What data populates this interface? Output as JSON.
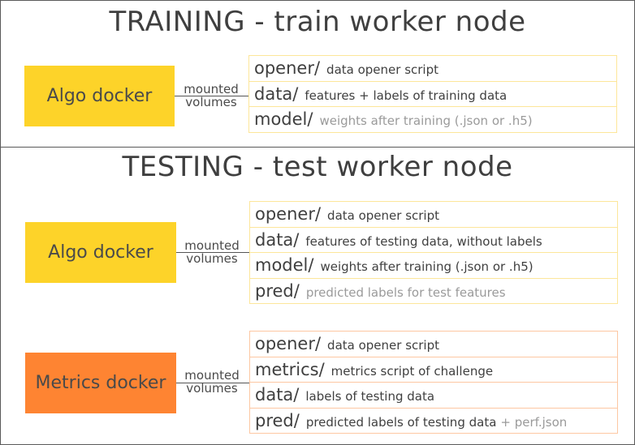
{
  "training": {
    "title": "TRAINING - train worker node",
    "docker": {
      "label": "Algo docker",
      "color": "#fdd329"
    },
    "mount_label": "mounted\nvolumes",
    "folders": [
      {
        "name": "opener/",
        "desc": "data opener script"
      },
      {
        "name": "data/",
        "desc": "features + labels of training data"
      },
      {
        "name": "model/",
        "desc": "weights after training (.json or .h5)"
      }
    ]
  },
  "testing": {
    "title": "TESTING - test worker node",
    "algo": {
      "docker": {
        "label": "Algo docker",
        "color": "#fdd329"
      },
      "mount_label": "mounted\nvolumes",
      "folders": [
        {
          "name": "opener/",
          "desc": "data opener script"
        },
        {
          "name": "data/",
          "desc": "features of testing data, without labels"
        },
        {
          "name": "model/",
          "desc": "weights after training (.json or .h5)"
        },
        {
          "name": "pred/",
          "desc": "predicted labels for test features"
        }
      ]
    },
    "metrics": {
      "docker": {
        "label": "Metrics docker",
        "color": "#fe8432"
      },
      "mount_label": "mounted\nvolumes",
      "folders": [
        {
          "name": "opener/",
          "desc": "data opener script"
        },
        {
          "name": "metrics/",
          "desc": "metrics script of challenge"
        },
        {
          "name": "data/",
          "desc": "labels of testing data"
        },
        {
          "name": "pred/",
          "desc": "predicted labels of testing data",
          "extra": "+ perf.json"
        }
      ]
    }
  }
}
